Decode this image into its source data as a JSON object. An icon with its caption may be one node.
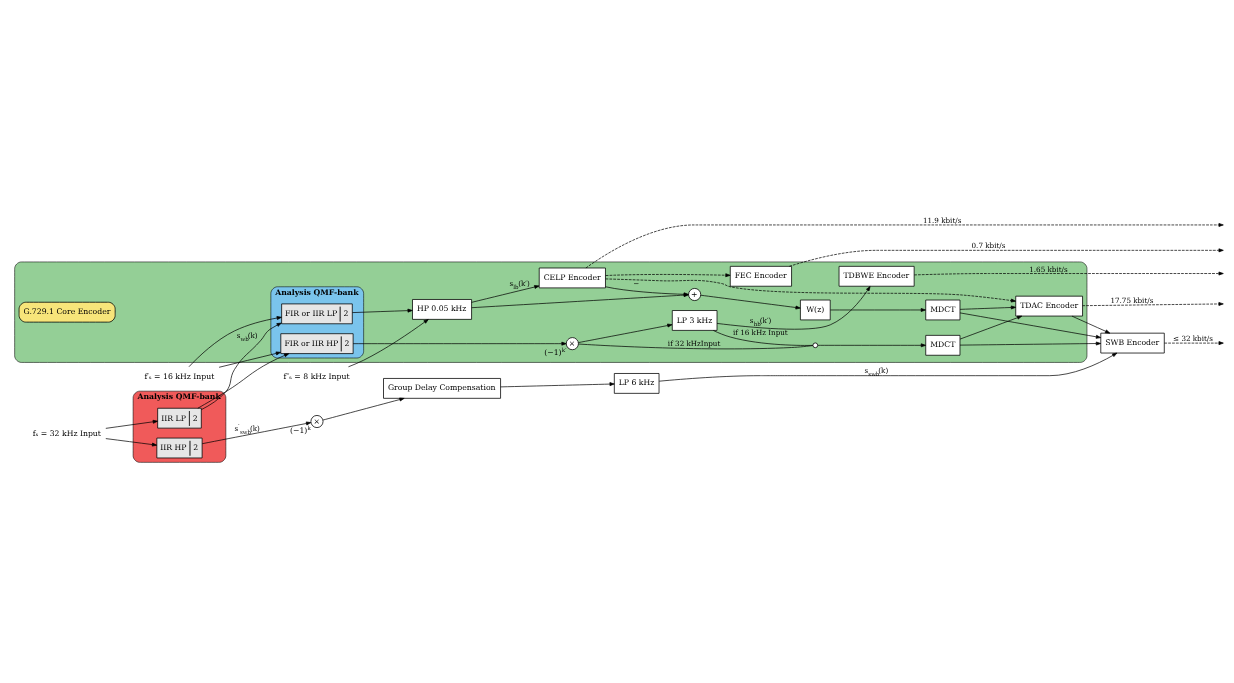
{
  "diagram": {
    "nodes": [
      {
        "text": [
          "f″ₛ = 8 kHz Input"
        ]
      },
      {
        "text": [
          "f′ₛ = 16 kHz Input"
        ]
      },
      {
        "text": [
          "fₛ = 32 kHz Input"
        ]
      },
      {
        "text": [
          "Analysis QMF-bank"
        ]
      },
      {
        "text": [
          "IIR LP",
          "2"
        ],
        "in": 3
      },
      {
        "text": [
          "IIR HP",
          "2"
        ],
        "in": 3
      },
      {
        "text": [],
        "shape": "box"
      },
      {
        "text": [
          "Analysis QMF-bank"
        ],
        "in": 6
      },
      {
        "text": [
          "FIR or IIR LP",
          "2"
        ],
        "in": 7
      },
      {
        "text": [
          "FIR or IIR HP",
          "2"
        ],
        "in": 7
      },
      {
        "text": [
          "G.729.1 Core Encoder"
        ],
        "in": 6
      },
      {
        "text": [
          "FEC Encoder"
        ],
        "in": 6
      },
      {
        "text": [
          "HP 0.05 kHz"
        ],
        "in": 6
      },
      {
        "text": [
          "CELP Encoder"
        ],
        "in": 6
      },
      {
        "text": [
          "+"
        ],
        "in": 6
      },
      {
        "text": [
          "W(z)"
        ],
        "in": 6
      },
      {
        "text": [
          "MDCT"
        ],
        "in": 6
      },
      {
        "text": [
          "MDCT"
        ],
        "in": 6
      },
      {
        "text": [
          "TDAC Encoder"
        ],
        "in": 6
      },
      {
        "text": [
          "×"
        ],
        "in": 6,
        "beside": [
          "(−1)$^{k′}$"
        ]
      },
      {
        "text": [],
        "shape": "switch",
        "in": 6
      },
      {
        "text": [
          "LP 3 kHz"
        ],
        "in": 6
      },
      {
        "text": [
          "TDBWE Encoder"
        ],
        "in": 6
      },
      {
        "text": [
          "×"
        ],
        "beside": [
          "(−1)$^{k}$"
        ]
      },
      {
        "text": [
          "Group Delay Compensation"
        ]
      },
      {
        "text": [
          "LP 6 kHz"
        ]
      },
      {
        "text": [
          "SWB Encoder"
        ]
      }
    ],
    "edges": [
      {
        "from": 2,
        "to": 4,
        "arrow": "to"
      },
      {
        "from": 2,
        "to": 5,
        "arrow": "to"
      },
      {
        "from": 4,
        "to": 8,
        "arrow": "to",
        "label": "s$_{wb}$(k)"
      },
      {
        "from": 4,
        "to": 9,
        "arrow": "to"
      },
      {
        "from": 1,
        "to": 8,
        "arrow": "to"
      },
      {
        "from": 1,
        "to": 9,
        "arrow": "to"
      },
      {
        "from": 0,
        "to": 12,
        "arrow": "to"
      },
      {
        "from": 8,
        "to": 12,
        "arrow": "to"
      },
      {
        "from": 12,
        "to": 13,
        "arrow": "to",
        "label": "s$_{lb}$(k′)"
      },
      {
        "from": 12,
        "to": 14,
        "arrow": "to"
      },
      {
        "from": 13,
        "to": 14,
        "arrow": "to",
        "label": "−"
      },
      {
        "from": 13,
        "to": 11,
        "arrow": "to",
        "style": "dashed"
      },
      {
        "from": 13,
        "to": 18,
        "arrow": "to",
        "style": "dashed"
      },
      {
        "from": 14,
        "to": 15,
        "arrow": "to"
      },
      {
        "from": 15,
        "to": 16,
        "arrow": "to"
      },
      {
        "from": 16,
        "to": 18,
        "arrow": "to"
      },
      {
        "from": 9,
        "to": 19,
        "arrow": "to"
      },
      {
        "from": 19,
        "to": 21,
        "arrow": "to"
      },
      {
        "from": 19,
        "to": 20,
        "arrow": "none",
        "label": "if 32 kHzInput"
      },
      {
        "from": 21,
        "to": 20,
        "arrow": "none",
        "label": "if 16 kHz Input"
      },
      {
        "from": 20,
        "to": 17,
        "arrow": "to"
      },
      {
        "from": 17,
        "to": 18,
        "arrow": "to"
      },
      {
        "from": 21,
        "to": 22,
        "arrow": "to",
        "label": "s$_{hb}$(k′)"
      },
      {
        "from": 18,
        "to": 26,
        "arrow": "to"
      },
      {
        "from": 16,
        "to": 26,
        "arrow": "to"
      },
      {
        "from": 17,
        "to": 26,
        "arrow": "to"
      },
      {
        "from": 5,
        "to": 23,
        "arrow": "to",
        "label": "s$^{′}$$_{swb}$(k)"
      },
      {
        "from": 23,
        "to": 24,
        "arrow": "to"
      },
      {
        "from": 24,
        "to": 25,
        "arrow": "to"
      },
      {
        "from": 25,
        "to": 26,
        "arrow": "to",
        "label": "s$_{swb}$(k)"
      },
      {
        "from": 11,
        "to": null,
        "arrow": "to",
        "style": "dashed",
        "label": "0.7 kbit/s"
      },
      {
        "from": 13,
        "to": null,
        "arrow": "to",
        "style": "dashed",
        "label": "11.9 kbit/s"
      },
      {
        "from": 18,
        "to": null,
        "arrow": "to",
        "style": "dashed",
        "label": "17.75 kbit/s"
      },
      {
        "from": 22,
        "to": null,
        "arrow": "to",
        "style": "dashed",
        "label": "1.65 kbit/s"
      },
      {
        "from": 26,
        "to": null,
        "arrow": "to",
        "style": "dashed",
        "label": "≤ 32 kbit/s"
      }
    ]
  }
}
